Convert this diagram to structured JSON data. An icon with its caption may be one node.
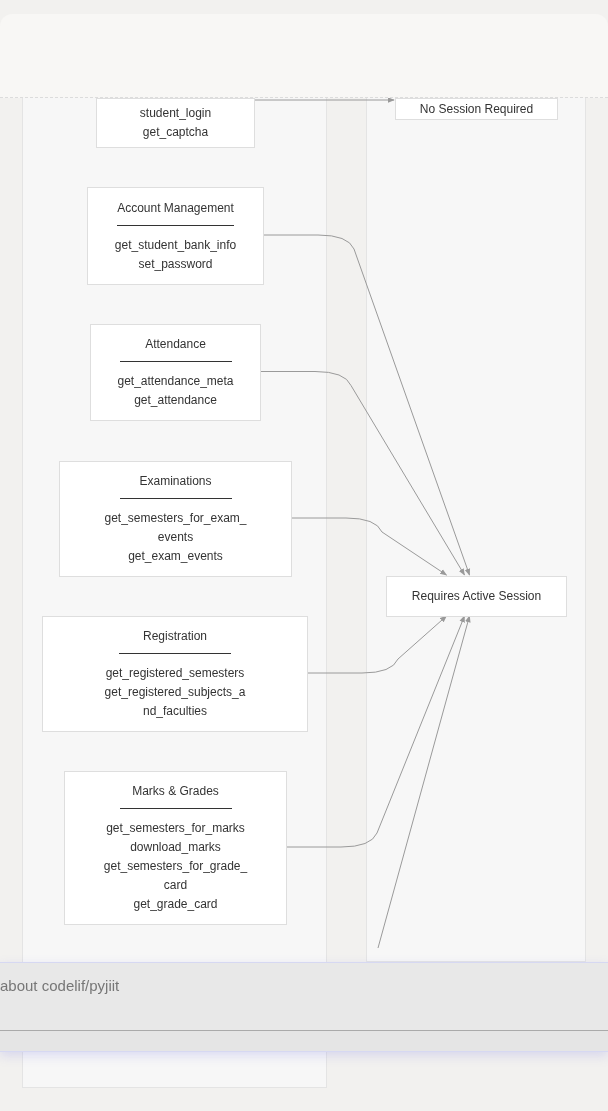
{
  "diagram": {
    "nodes": [
      {
        "text": [],
        "shape": "box"
      },
      {
        "text": [],
        "shape": "box"
      },
      {
        "text": [
          "student_login",
          "get_captcha"
        ],
        "in": 0
      },
      {
        "text": [
          "No Session Required"
        ],
        "in": 1
      },
      {
        "text": [
          "Account Management",
          "get_student_bank_info",
          "set_password"
        ],
        "in": 0
      },
      {
        "text": [
          "Attendance",
          "get_attendance_meta",
          "get_attendance"
        ],
        "in": 0
      },
      {
        "text": [
          "Examinations",
          "get_semesters_for_exam_ events",
          "get_exam_events"
        ],
        "in": 0
      },
      {
        "text": [
          "Registration",
          "get_registered_semesters",
          "get_registered_subjects_a nd_faculties"
        ],
        "in": 0
      },
      {
        "text": [
          "Marks & Grades",
          "get_semesters_for_marks",
          "download_marks",
          "get_semesters_for_grade_ card",
          "get_grade_card"
        ],
        "in": 0
      },
      {
        "text": [
          "Requires Active Session"
        ],
        "in": 1
      }
    ],
    "edges": [
      {
        "from": 2,
        "to": 3,
        "arrow": "to"
      },
      {
        "from": 4,
        "to": 9,
        "arrow": "to"
      },
      {
        "from": 5,
        "to": 9,
        "arrow": "to"
      },
      {
        "from": 6,
        "to": 9,
        "arrow": "to"
      },
      {
        "from": 7,
        "to": 9,
        "arrow": "to"
      },
      {
        "from": 8,
        "to": 9,
        "arrow": "to"
      },
      {
        "from": null,
        "to": 9,
        "arrow": "to"
      }
    ],
    "labels": [
      "about codelif/pyjiit"
    ]
  }
}
